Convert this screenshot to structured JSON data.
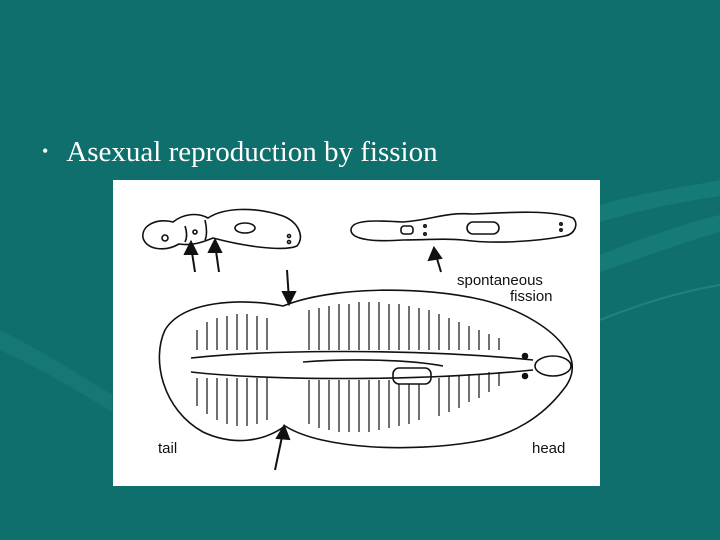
{
  "slide": {
    "bullet_text": "Asexual reproduction by fission"
  },
  "figure": {
    "labels": {
      "spontaneous_line1": "spontaneous",
      "spontaneous_line2": "fission",
      "tail": "tail",
      "head": "head"
    }
  },
  "colors": {
    "background": "#0f6f6c",
    "text": "#ffffff",
    "bullet": "#ffffff"
  }
}
